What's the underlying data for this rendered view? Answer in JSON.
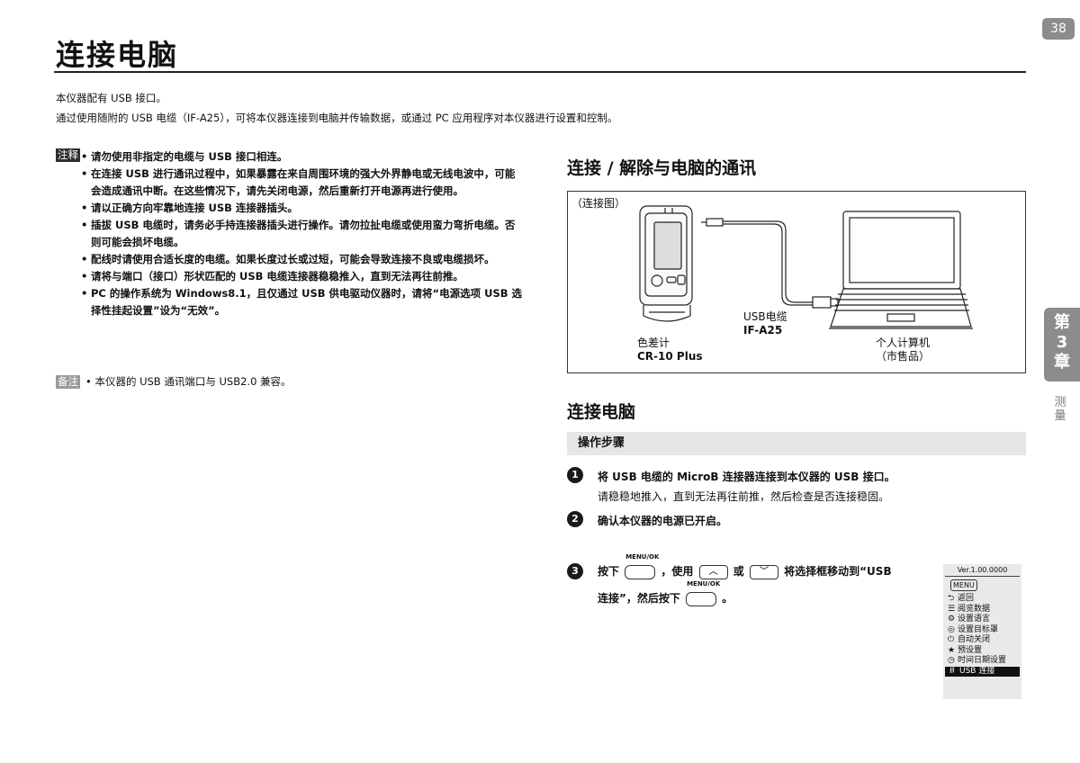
{
  "page_number": "38",
  "title": "连接电脑",
  "intro": [
    "本仪器配有 USB 接口。",
    "通过使用随附的 USB 电缆（IF-A25），可将本仪器连接到电脑并传输数据，或通过 PC 应用程序对本仪器进行设置和控制。"
  ],
  "notes": {
    "tag": "注释",
    "items": [
      "请勿使用非指定的电缆与 USB 接口相连。",
      "在连接 USB 进行通讯过程中，如果暴露在来自周围环境的强大外界静电或无线电波中，可能会造成通讯中断。在这些情况下，请先关闭电源，然后重新打开电源再进行使用。",
      "请以正确方向牢靠地连接 USB 连接器插头。",
      "插拔 USB 电缆时，请务必手持连接器插头进行操作。请勿拉扯电缆或使用蛮力弯折电缆。否则可能会损坏电缆。",
      "配线时请使用合适长度的电缆。如果长度过长或过短，可能会导致连接不良或电缆损坏。",
      "请将与端口（接口）形状匹配的 USB 电缆连接器稳稳推入，直到无法再往前推。",
      "PC 的操作系统为 Windows8.1，且仅通过 USB 供电驱动仪器时，请将“电源选项 USB 选择性挂起设置”设为“无效”。"
    ]
  },
  "remark": {
    "tag": "备注",
    "text": "• 本仪器的 USB 通讯端口与 USB2.0 兼容。"
  },
  "section_connect": {
    "heading": "连接 / 解除与电脑的通讯",
    "diagram_label": "（连接图）",
    "cable_label": "USB电缆",
    "cable_model": "IF-A25",
    "device_label": "色差计",
    "device_model": "CR-10 Plus",
    "pc_label": "个人计算机",
    "pc_sub": "（市售品）"
  },
  "section_pc": {
    "heading": "连接电脑",
    "steps_bar": "操作步骤",
    "steps": [
      {
        "num": "1",
        "text": "将 USB 电缆的 MicroB 连接器连接到本仪器的 USB 接口。",
        "sub": "请稳稳地推入，直到无法再往前推，然后检查是否连接稳固。"
      },
      {
        "num": "2",
        "text": "确认本仪器的电源已开启。"
      },
      {
        "num": "3",
        "text_a": "按下",
        "key_label": "MENU/OK",
        "text_b": "，使用",
        "text_c": "或",
        "text_d": "将选择框移动到“USB",
        "line2_a": "连接”，然后按下",
        "line2_b": "。"
      }
    ]
  },
  "menu_screen": {
    "version": "Ver.1.00.0000",
    "menu_button": "MENU",
    "items": [
      {
        "icon": "⮌",
        "label": "返回"
      },
      {
        "icon": "☰",
        "label": "阅览数据"
      },
      {
        "icon": "⚙",
        "label": "设置语言"
      },
      {
        "icon": "◎",
        "label": "设置目标罩"
      },
      {
        "icon": "⏻",
        "label": "自动关闭"
      },
      {
        "icon": "★",
        "label": "预设置"
      },
      {
        "icon": "◷",
        "label": "时间日期设置"
      },
      {
        "icon": "⭿",
        "label": "USB 连接"
      }
    ]
  },
  "chapter_tab": {
    "line1": "第",
    "line2": "3",
    "line3": "章",
    "sub": "测量"
  }
}
